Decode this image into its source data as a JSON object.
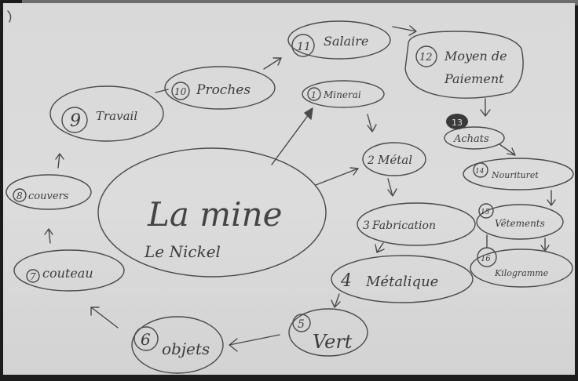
{
  "center": {
    "title": "La mine",
    "subtitle": "Le Nickel"
  },
  "nodes": {
    "minerai": {
      "num": "1",
      "label": "Minerai"
    },
    "metal": {
      "num": "2",
      "label": "Métal"
    },
    "fabrication": {
      "num": "3",
      "label": "Fabrication"
    },
    "metalique": {
      "num": "4",
      "label": "Métalique"
    },
    "vert": {
      "num": "5",
      "label": "Vert"
    },
    "objets": {
      "num": "6",
      "label": "objets"
    },
    "couteau": {
      "num": "7",
      "label": "couteau"
    },
    "couverts": {
      "num": "8",
      "label": "couvers"
    },
    "travail": {
      "num": "9",
      "label": "Travail"
    },
    "proches": {
      "num": "10",
      "label": "Proches"
    },
    "salaire": {
      "num": "11",
      "label": "Salaire"
    },
    "moyen_line1": {
      "num": "12",
      "label": "Moyen de"
    },
    "moyen_line2": {
      "label": "Paiement"
    },
    "achats": {
      "num": "13",
      "label": "Achats"
    },
    "nourriture": {
      "num": "14",
      "label": "Nourituret"
    },
    "vetements": {
      "num": "15",
      "label": "Vêtements"
    },
    "kilogramme": {
      "num": "16",
      "label": "Kilogramme"
    }
  }
}
